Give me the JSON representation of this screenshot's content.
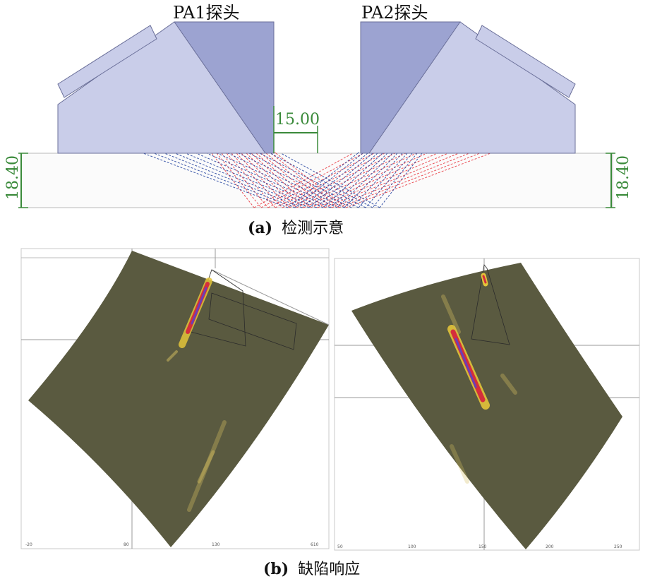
{
  "figure_a": {
    "probe_left_label": "PA1探头",
    "probe_right_label": "PA2探头",
    "gap_dimension": "15.00",
    "thickness_left": "18.40",
    "thickness_right": "18.40",
    "caption_label": "(a)",
    "caption_text": "检测示意"
  },
  "figure_b": {
    "caption_label": "(b)",
    "caption_text": "缺陷响应"
  },
  "colors": {
    "wedge_light": "#c9cde9",
    "wedge_dark": "#9ca3d1",
    "beam_red": "#e8323a",
    "beam_blue": "#1c3d9c",
    "dimension_green": "#3a8a3a",
    "scan_bg": "#5a5a40",
    "flaw_yellow": "#e3c43a",
    "flaw_red": "#d42e3c",
    "flaw_purple": "#6b3fb5"
  }
}
